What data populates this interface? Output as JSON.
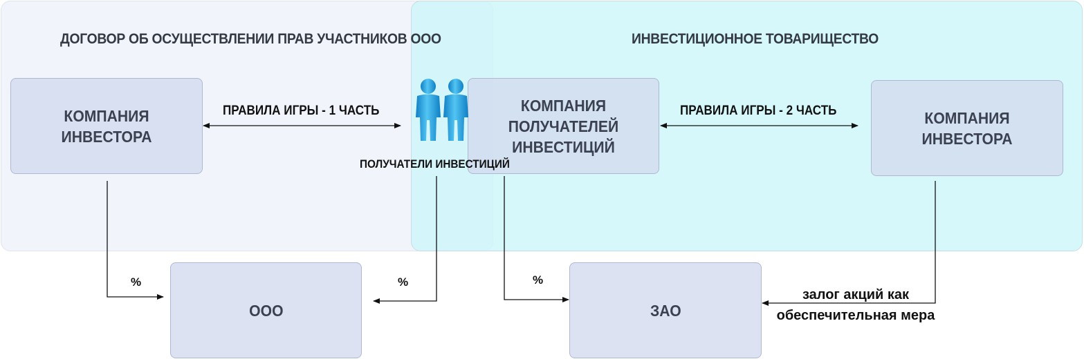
{
  "regions": {
    "left_title": "ДОГОВОР ОБ ОСУЩЕСТВЛЕНИИ ПРАВ УЧАСТНИКОВ ООО",
    "right_title": "ИНВЕСТИЦИОННОЕ ТОВАРИЩЕСТВО"
  },
  "boxes": {
    "investor_left": "КОМПАНИЯ ИНВЕСТОРА",
    "recipients_company": "КОМПАНИЯ ПОЛУЧАТЕЛЕЙ ИНВЕСТИЦИЙ",
    "investor_right": "КОМПАНИЯ ИНВЕСТОРА",
    "ooo": "ООО",
    "zao": "ЗАО"
  },
  "labels": {
    "rules_part1": "ПРАВИЛА ИГРЫ - 1 ЧАСТЬ",
    "rules_part2": "ПРАВИЛА ИГРЫ - 2 ЧАСТЬ",
    "recipients": "ПОЛУЧАТЕЛИ ИНВЕСТИЦИЙ",
    "percent_1": "%",
    "percent_2": "%",
    "percent_3": "%",
    "pledge_line1": "залог акций как",
    "pledge_line2": "обеспечительная мера"
  },
  "icons": {
    "people": "people-icon"
  },
  "colors": {
    "left_region": "#f1f4fb",
    "right_region": "#cdf7fa",
    "box": "#d2daee",
    "person": "#2a9fd8"
  }
}
